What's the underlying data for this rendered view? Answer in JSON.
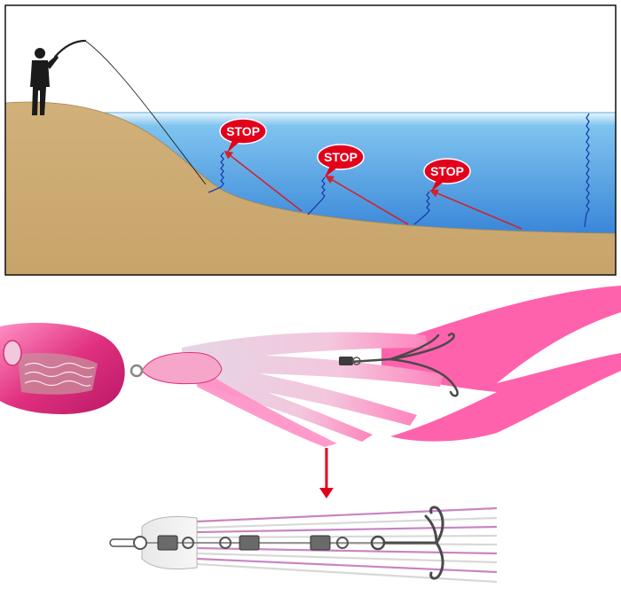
{
  "diagram": {
    "stop_labels": [
      "STOP",
      "STOP",
      "STOP"
    ],
    "colors": {
      "water_top": "#e9f5fd",
      "water_bottom": "#1f6fd0",
      "seabed": "#c9a86e",
      "seabed_dark": "#b38f56",
      "stop_badge": "#e3001b",
      "retrieve_line": "#d0232f",
      "sink_line": "#1a3ea8",
      "arrow": "#e3001b",
      "lure_pink": "#f2439a",
      "skirt_pink": "#ff5aa8"
    }
  }
}
